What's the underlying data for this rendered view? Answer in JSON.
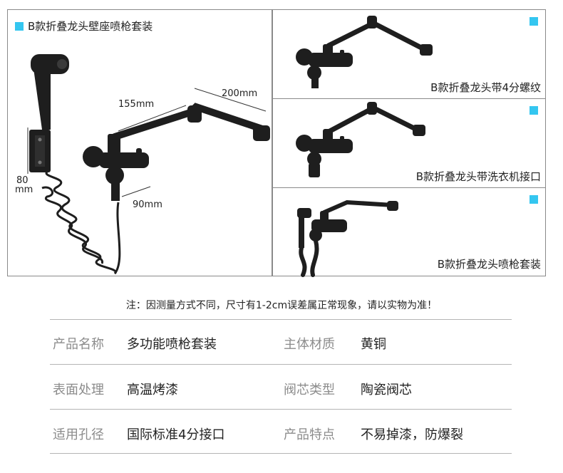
{
  "panels": {
    "main": {
      "title": "B款折叠龙头壁座喷枪套装",
      "dim_155": "155mm",
      "dim_200": "200mm",
      "dim_90": "90mm",
      "dim_80_a": "80",
      "dim_80_b": "mm"
    },
    "side1": {
      "title": "B款折叠龙头带4分螺纹"
    },
    "side2": {
      "title": "B款折叠龙头带洗衣机接口"
    },
    "side3": {
      "title": "B款折叠龙头喷枪套装"
    }
  },
  "note": "注：因测量方式不同，尺寸有1-2cm误差属正常现象，请以实物为准！",
  "specs": [
    {
      "key": "产品名称",
      "value": "多功能喷枪套装"
    },
    {
      "key": "主体材质",
      "value": "黄铜"
    },
    {
      "key": "表面处理",
      "value": "高温烤漆"
    },
    {
      "key": "阀芯类型",
      "value": "陶瓷阀芯"
    },
    {
      "key": "适用孔径",
      "value": "国际标准4分接口"
    },
    {
      "key": "产品特点",
      "value": "不易掉漆，防爆裂"
    }
  ],
  "colors": {
    "accent": "#34c6f0",
    "border": "#8a8a8a",
    "product": "#1e1e1e"
  }
}
